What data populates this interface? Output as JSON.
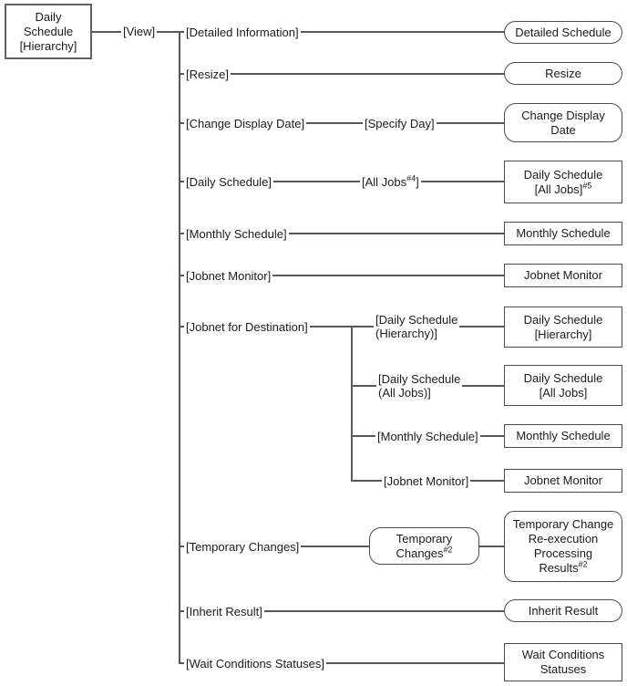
{
  "figure": {
    "root_window": {
      "line1": "Daily",
      "line2": "Schedule",
      "line3": "[Hierarchy]"
    },
    "menu": {
      "view": "[View]"
    },
    "branches": {
      "detailed_information": {
        "menu": "[Detailed Information]",
        "window": "Detailed Schedule"
      },
      "resize": {
        "menu": "[Resize]",
        "window": "Resize"
      },
      "change_display_date": {
        "menu": "[Change Display Date]",
        "submenu": "[Specify Day]",
        "window_line1": "Change Display",
        "window_line2": "Date"
      },
      "daily_schedule": {
        "menu": "[Daily Schedule]",
        "submenu_text": "[All Jobs",
        "submenu_sup": "#4",
        "submenu_close": "]",
        "window_line1": "Daily Schedule",
        "window_line2": "[All Jobs]",
        "window_sup": "#5"
      },
      "monthly_schedule": {
        "menu": "[Monthly Schedule]",
        "window": "Monthly Schedule"
      },
      "jobnet_monitor": {
        "menu": "[Jobnet Monitor]",
        "window": "Jobnet Monitor"
      },
      "jobnet_for_destination": {
        "menu": "[Jobnet for Destination]",
        "daily_hierarchy": {
          "menu_line1": "[Daily Schedule",
          "menu_line2": "(Hierarchy)]",
          "window_line1": "Daily Schedule",
          "window_line2": "[Hierarchy]"
        },
        "daily_all_jobs": {
          "menu_line1": "[Daily Schedule",
          "menu_line2": "(All Jobs)]",
          "window_line1": "Daily Schedule",
          "window_line2": "[All Jobs]"
        },
        "monthly_schedule": {
          "menu": "[Monthly Schedule]",
          "window": "Monthly Schedule"
        },
        "jobnet_monitor": {
          "menu": "[Jobnet Monitor]",
          "window": "Jobnet Monitor"
        }
      },
      "temporary_changes": {
        "menu": "[Temporary Changes]",
        "dialog_line1": "Temporary",
        "dialog_line2": "Changes",
        "dialog_sup": "#2",
        "window_line1": "Temporary Change",
        "window_line2": "Re-execution",
        "window_line3": "Processing",
        "window_line4": "Results",
        "window_sup": "#2"
      },
      "inherit_result": {
        "menu": "[Inherit Result]",
        "window": "Inherit Result"
      },
      "wait_conditions_statuses": {
        "menu": "[Wait Conditions Statuses]",
        "window_line1": "Wait Conditions",
        "window_line2": "Statuses"
      }
    },
    "colors": {
      "line": "#595959",
      "box_border": "#4d4d4d",
      "text": "#1c1c1c",
      "background": "#ffffff"
    }
  }
}
